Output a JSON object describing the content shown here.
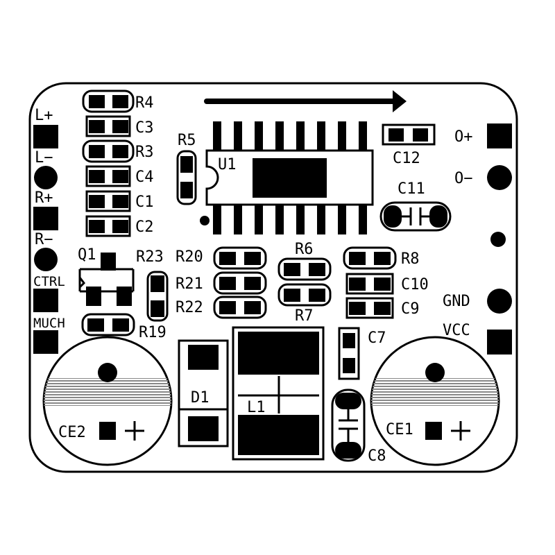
{
  "board": {
    "left_connector_labels": [
      "L+",
      "L−",
      "R+",
      "R−",
      "CTRL",
      "MUCH"
    ],
    "right_connector_labels": [
      "O+",
      "O−",
      "GND",
      "VCC"
    ],
    "components": {
      "r4": "R4",
      "c3": "C3",
      "r3": "R3",
      "c4": "C4",
      "c1": "C1",
      "c2": "C2",
      "r5": "R5",
      "u1": "U1",
      "c12": "C12",
      "c11": "C11",
      "q1": "Q1",
      "r23": "R23",
      "r20": "R20",
      "r21": "R21",
      "r22": "R22",
      "r19": "R19",
      "r6": "R6",
      "r7": "R7",
      "r8": "R8",
      "c10": "C10",
      "c9": "C9",
      "c7": "C7",
      "c8": "C8",
      "d1": "D1",
      "l1": "L1",
      "ce1": "CE1",
      "ce2": "CE2"
    }
  }
}
